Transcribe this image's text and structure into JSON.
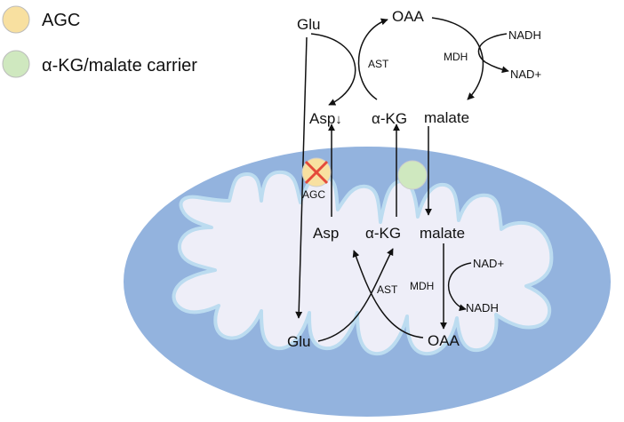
{
  "legend": {
    "agc": {
      "label": "AGC",
      "color": "#f8e0a0"
    },
    "carrier": {
      "label": "α-KG/malate carrier",
      "color": "#cfe8bf"
    }
  },
  "colors": {
    "mito_outer": "#93b3de",
    "mito_membrane": "#bcdcf0",
    "mito_inner": "#eeeef8",
    "block_x": "#e44a3a",
    "arrow": "#111111"
  },
  "cytosol": {
    "glu": "Glu",
    "oaa": "OAA",
    "nadh": "NADH",
    "nad": "NAD+",
    "mdh": "MDH",
    "ast": "AST",
    "asp": "Asp",
    "asp_down": "↓",
    "akg": "α-KG",
    "malate": "malate"
  },
  "matrix": {
    "agc_label": "AGC",
    "asp": "Asp",
    "akg": "α-KG",
    "malate": "malate",
    "nad": "NAD+",
    "mdh": "MDH",
    "nadh": "NADH",
    "ast": "AST",
    "glu": "Glu",
    "oaa": "OAA"
  }
}
